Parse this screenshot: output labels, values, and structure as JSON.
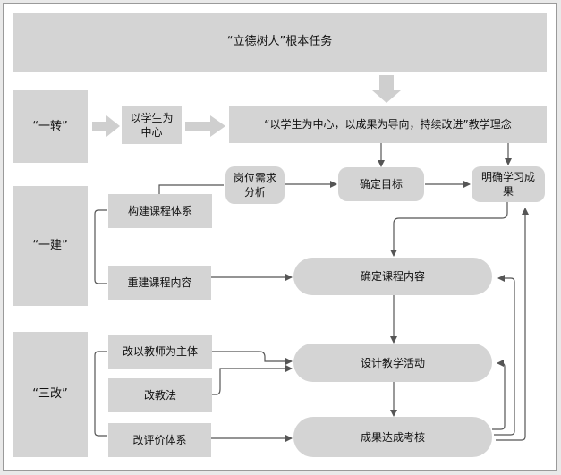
{
  "top": {
    "mission": "“立德树人”根本任务"
  },
  "left": {
    "one_turn": "“一转”",
    "one_build": "“一建”",
    "three_change": "“三改”"
  },
  "row1": {
    "student_center": "以学生为\n中心",
    "philosophy": "“以学生为中心，以成果为导向，持续改进”教学理念"
  },
  "build": {
    "curriculum_system": "构建课程体系",
    "rebuild_content": "重建课程内容"
  },
  "change": {
    "teacher_subject": "改以教师为主体",
    "teaching_method": "改教法",
    "evaluation": "改评价体系"
  },
  "flow": {
    "job_analysis": "岗位需求\n分析",
    "set_goal": "确定目标",
    "learning_outcome": "明确学习成\n果",
    "course_content": "确定课程内容",
    "design_activity": "设计教学活动",
    "outcome_assessment": "成果达成考核"
  }
}
